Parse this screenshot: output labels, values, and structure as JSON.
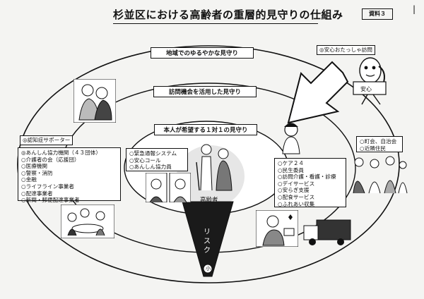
{
  "header": {
    "title": "杉並区における高齢者の重層的見守りの仕組み",
    "doc_label": "資料３",
    "page_mark": "|"
  },
  "diagram": {
    "outer_layer_label": "地域でのゆるやかな見守り",
    "middle_layer_label": "訪問機会を活用した見守り",
    "inner_layer_label": "本人が希望する１対１の見守り",
    "center_label": "高齢者",
    "risk_axis_label": "リスク",
    "risk_low_label": "小",
    "anshin_visit_label": "◎安心おたっしゃ訪問",
    "mascot_sign": "安心",
    "dementia_supporter_label": "◎認知症サポーター",
    "cooperation_org": {
      "heading": "◎あんしん協力機関（４３団体）",
      "items": [
        "○介護者の会（応援団）",
        "○医療機関",
        "○警察・消防",
        "○金融",
        "○ライフライン事業者",
        "○配達事業者",
        "○新聞・郵便配達事業者"
      ]
    },
    "emergency_items": [
      "○緊急通報システム",
      "○安心コール",
      "○あんしん協力員"
    ],
    "visit_services": [
      "○ケア２４",
      "○民生委員",
      "○訪問介護・看護・診療",
      "○デイサービス",
      "○安らぎ支援",
      "○配食サービス",
      "○ふれあい収集"
    ],
    "community_items": [
      "○町会、自治会",
      "○近隣住民"
    ]
  },
  "colors": {
    "line": "#111111",
    "paper": "#f4f4f2",
    "box": "#ffffff",
    "inner_fill": "#e6e6e6"
  }
}
